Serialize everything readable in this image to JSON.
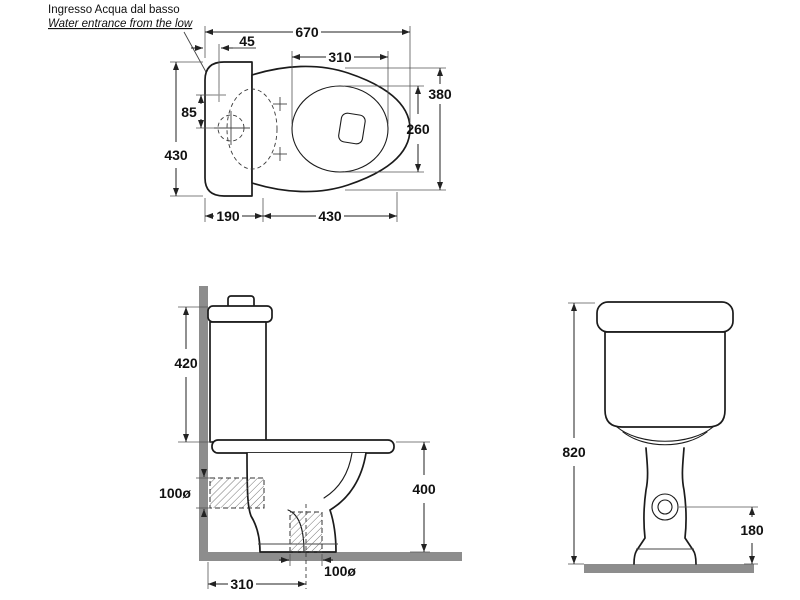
{
  "note": {
    "line1": "Ingresso Acqua dal basso",
    "line2": "Water entrance from the low"
  },
  "top_view": {
    "dims": {
      "total_width": "670",
      "inlet_offset": "45",
      "seat_inner_width": "310",
      "bowl_depth": "380",
      "seat_inner_depth": "260",
      "inlet_distance": "85",
      "tank_length": "430",
      "tank_depth": "190",
      "bowl_length": "430"
    }
  },
  "side_view": {
    "dims": {
      "tank_height": "420",
      "inlet_diameter": "100ø",
      "bowl_height": "400",
      "outlet_from_wall": "310",
      "outlet_diameter": "100ø"
    }
  },
  "front_view": {
    "dims": {
      "total_height": "820",
      "outlet_height": "180"
    }
  },
  "colors": {
    "line": "#1b1b1b",
    "wall_gray": "#8d8d8d",
    "dim_text": "#111111",
    "background": "#ffffff"
  }
}
